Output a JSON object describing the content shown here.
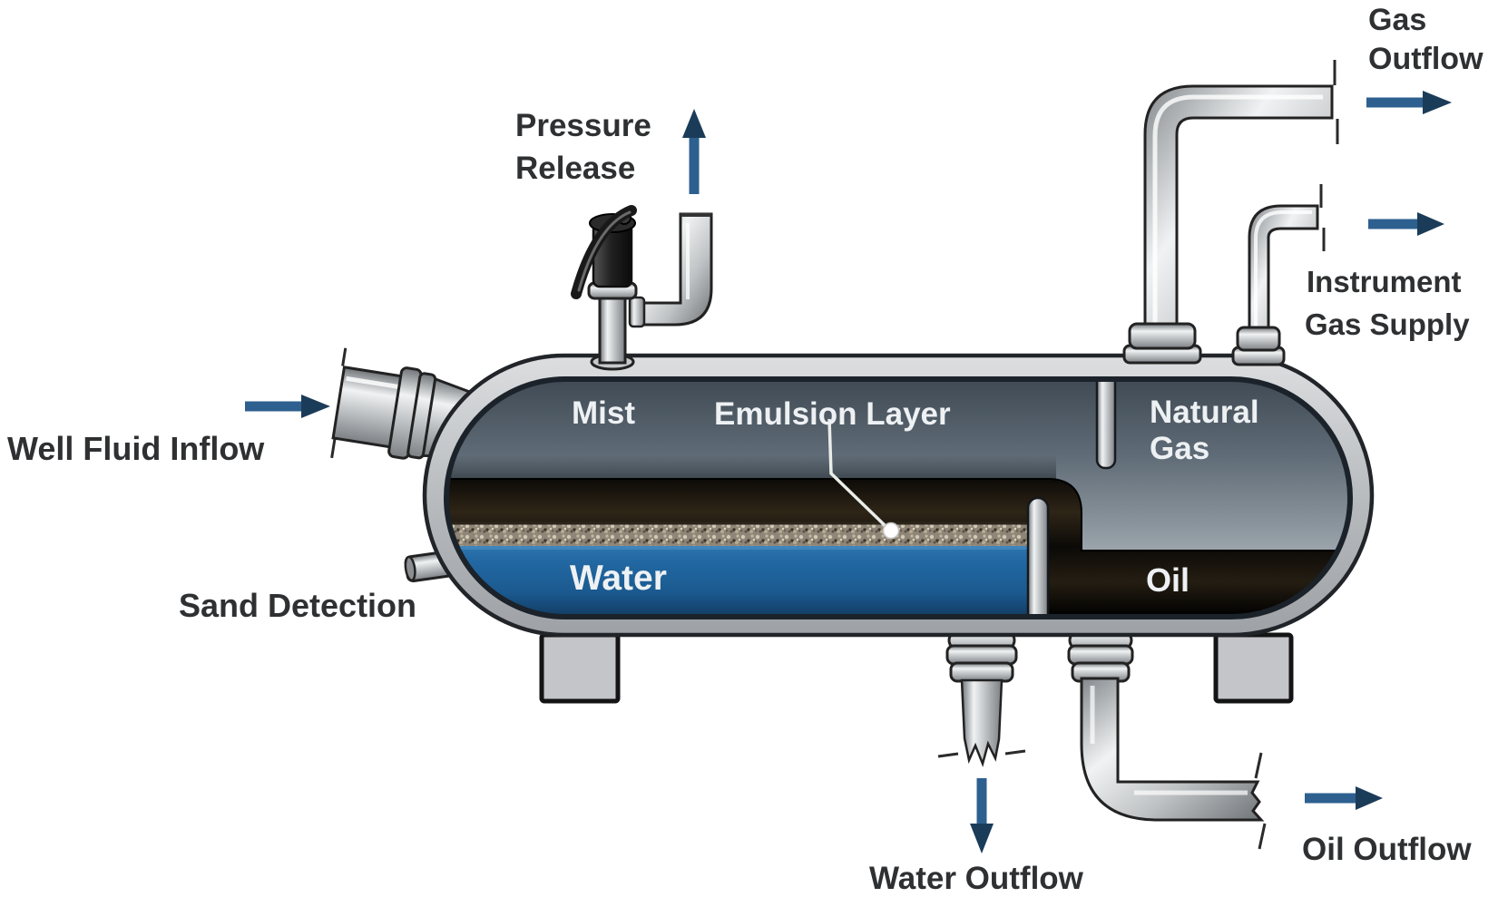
{
  "diagram": {
    "type": "three-phase horizontal separator vessel schematic",
    "labels": {
      "gas_outflow_line1": "Gas",
      "gas_outflow_line2": "Outflow",
      "pressure_release_line1": "Pressure",
      "pressure_release_line2": "Release",
      "instrument_gas_line1": "Instrument",
      "instrument_gas_line2": "Gas Supply",
      "well_fluid_inflow": "Well Fluid Inflow",
      "sand_detection": "Sand Detection",
      "water_outflow": "Water Outflow",
      "oil_outflow": "Oil Outflow",
      "mist": "Mist",
      "emulsion_layer": "Emulsion Layer",
      "natural_gas_line1": "Natural",
      "natural_gas_line2": "Gas",
      "water": "Water",
      "oil": "Oil"
    },
    "colors": {
      "background": "#ffffff",
      "label_text": "#2e3032",
      "inner_label_text": "#eef1f3",
      "arrow_shaft": "#2d608f",
      "arrow_head": "#1b3c59",
      "shell_gray": "#bcbfc2",
      "outline_dark": "#212428",
      "gas_gradient_top": "#3f4a54",
      "gas_gradient_bottom": "#ccd2d5",
      "oil_black": "#0b0906",
      "emulsion_tan": "#8f8678",
      "water_blue": "#1b5a90"
    }
  }
}
